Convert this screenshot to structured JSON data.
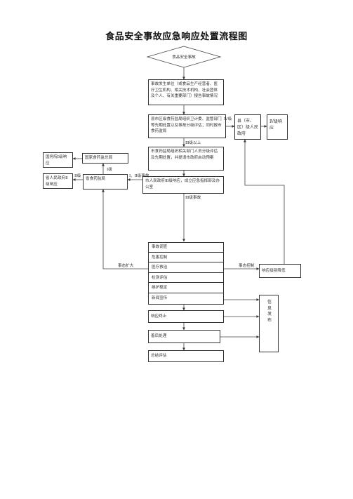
{
  "title": "食品安全事故应急响应处置流程图",
  "nodes": {
    "start": "食品安全事故",
    "report": "事故发生单位（或食品生产经营者、医疗卫生机构、相关技术机构、社会团体及个人、有关重要部门）报告事故情况",
    "county_assess": "县市区级食药监局组织卫计委、监管部门等先期处置以及事故分级评估；同时报市食药监局",
    "county_gov": "县（市、区）级人民政府",
    "level4": "Ⅳ级响应",
    "city_assess": "市食药监局组织相关部门人员分级评估及先期处置，并提请市政府启动预案",
    "city_gov": "市人民政府Ⅲ级响应，成立应急指挥部及办公室",
    "state_council": "国务院Ⅰ级响应",
    "national_fda": "国家食药监总局",
    "provincial_gov": "省人民政府Ⅱ级响应",
    "provincial_fda": "省食药监局",
    "response_tasks": [
      "事故调查",
      "危害控制",
      "医疗救治",
      "检测评估",
      "维护稳定",
      "新闻宣传"
    ],
    "downgrade": "响应级别降低",
    "end_response": "响应终止",
    "info_release": "信息发布",
    "aftermath": "善后处理",
    "summary": "总结评估"
  },
  "labels": {
    "level4_event": "Ⅳ级",
    "above_level3": "Ⅲ级以上",
    "level1": "Ⅰ级",
    "level2": "Ⅱ级",
    "level12_event": "Ⅰ、Ⅱ级事故",
    "level3_event": "Ⅲ级事故",
    "escalate": "事态扩大",
    "controlled": "事态控制"
  }
}
